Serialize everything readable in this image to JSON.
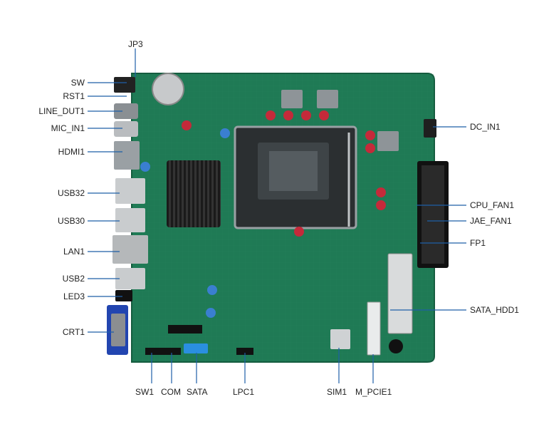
{
  "labels": {
    "jp3": "JP3",
    "sw": "SW",
    "rst1": "RST1",
    "line_out1": "LINE_DUT1",
    "mic_in1": "MIC_IN1",
    "hdmi1": "HDMI1",
    "usb32": "USB32",
    "usb30": "USB30",
    "lan1": "LAN1",
    "usb2": "USB2",
    "led3": "LED3",
    "crt1": "CRT1",
    "sw1": "SW1",
    "com": "COM",
    "sata": "SATA",
    "lpc1": "LPC1",
    "sim1": "SIM1",
    "m_pcie1": "M_PCIE1",
    "dc_in1": "DC_IN1",
    "cpu_fan1": "CPU_FAN1",
    "jae_fan1": "JAE_FAN1",
    "fp1": "FP1",
    "sata_hdd1": "SATA_HDD1"
  },
  "colors": {
    "pcb": "#1f7a55",
    "pcb_dark": "#155c3f",
    "leader_line": "#1f5fa8",
    "label_text": "#222222"
  }
}
